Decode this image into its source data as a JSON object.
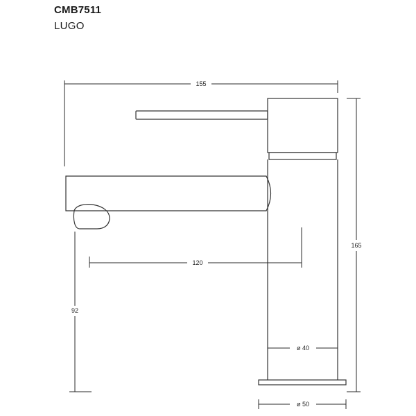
{
  "product": {
    "code": "CMB7511",
    "name": "LUGO"
  },
  "dimensions": {
    "overall_width": "155",
    "spout_reach": "120",
    "spout_height": "92",
    "overall_height": "165",
    "body_diameter": "ø 40",
    "base_diameter": "ø 50"
  },
  "colors": {
    "line": "#2a2a2a",
    "background": "#ffffff"
  }
}
